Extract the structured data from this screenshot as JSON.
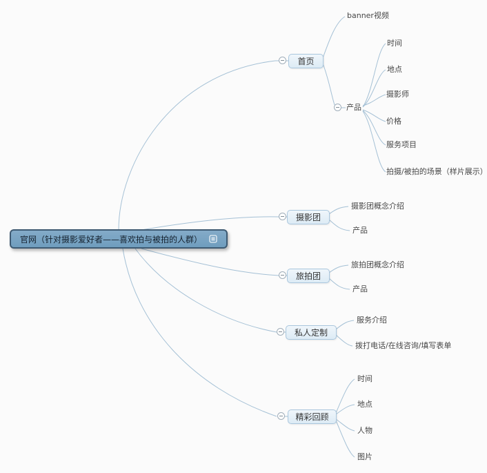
{
  "colors": {
    "background": "#fbfbfb",
    "root_fill": "#79a4c3",
    "root_border": "#3e5a72",
    "branch_fill": "#e6f0f8",
    "branch_border": "#a9c6dd",
    "line": "#a4c0d5",
    "text": "#333333"
  },
  "root": {
    "label": "官网（针对摄影爱好者——喜欢拍与被拍的人群）",
    "icon": "notes-icon"
  },
  "branches": [
    {
      "label": "首页",
      "children": [
        {
          "label": "banner视频"
        },
        {
          "label": "产品",
          "children": [
            {
              "label": "时间"
            },
            {
              "label": "地点"
            },
            {
              "label": "摄影师"
            },
            {
              "label": "价格"
            },
            {
              "label": "服务项目"
            },
            {
              "label": "拍摄/被拍的场景（样片展示）"
            }
          ]
        }
      ]
    },
    {
      "label": "摄影团",
      "children": [
        {
          "label": "摄影团概念介绍"
        },
        {
          "label": "产品"
        }
      ]
    },
    {
      "label": "旅拍团",
      "children": [
        {
          "label": "旅拍团概念介绍"
        },
        {
          "label": "产品"
        }
      ]
    },
    {
      "label": "私人定制",
      "children": [
        {
          "label": "服务介绍"
        },
        {
          "label": "拨打电话/在线咨询/填写表单"
        }
      ]
    },
    {
      "label": "精彩回顾",
      "children": [
        {
          "label": "时间"
        },
        {
          "label": "地点"
        },
        {
          "label": "人物"
        },
        {
          "label": "图片"
        }
      ]
    }
  ]
}
